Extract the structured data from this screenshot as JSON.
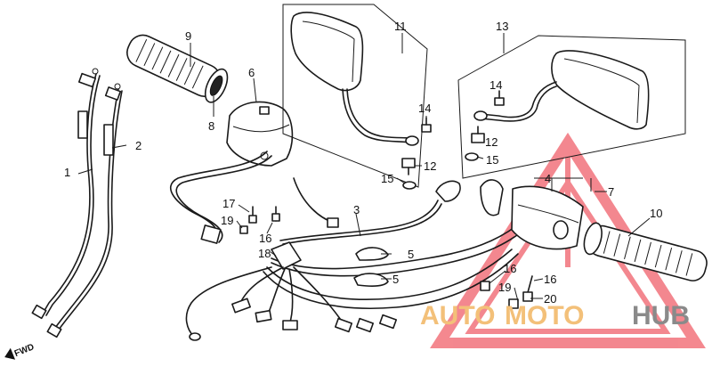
{
  "diagram": {
    "callouts": [
      "1",
      "2",
      "3",
      "4",
      "5",
      "5",
      "6",
      "7",
      "8",
      "9",
      "10",
      "11",
      "12",
      "12",
      "13",
      "14",
      "14",
      "15",
      "15",
      "16",
      "16",
      "16",
      "17",
      "18",
      "19",
      "19",
      "20"
    ],
    "direction_label": "FWD",
    "watermark": {
      "auto": "AUTO",
      "moto": "MOTO",
      "hub": "HUB"
    },
    "colors": {
      "line": "#1a1a1a",
      "watermark_orange": "#f3c079",
      "watermark_grey": "#8a8a8a",
      "triangle_red": "#f0606a"
    }
  }
}
